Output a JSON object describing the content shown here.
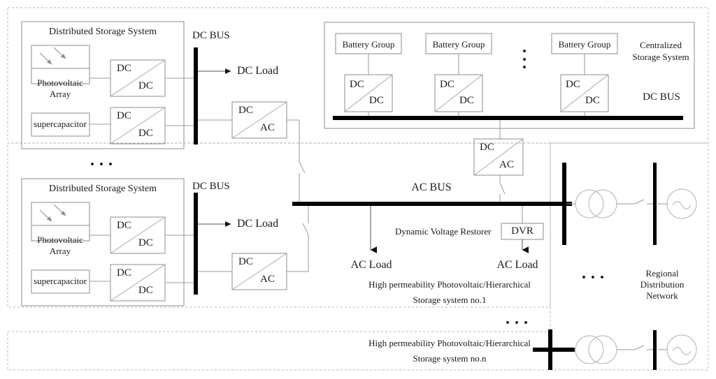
{
  "diagram": {
    "title_hidden": "",
    "colors": {
      "bus_black": "#000000",
      "thin_line": "#9a9a9a",
      "box_stroke": "#8c8c8c",
      "panel_dash": "#b5b5b5",
      "text": "#1a1a1a"
    },
    "labels": {
      "dc_bus": "DC  BUS",
      "ac_bus": "AC  BUS",
      "dc_load": "DC  Load",
      "ac_load": "AC  Load",
      "distributed_storage_system": "Distributed Storage System",
      "centralized_storage_system_l1": "Centralized",
      "centralized_storage_system_l2": "Storage System",
      "photovoltaic_array_l1": "Photovoltaic",
      "photovoltaic_array_l2": "Array",
      "supercapacitor": "supercapacitor",
      "battery_group": "Battery Group",
      "dvr": "DVR",
      "dynamic_voltage_restorer": "Dynamic Voltage Restorer",
      "regional_distribution_network_l1": "Regional",
      "regional_distribution_network_l2": "Distribution",
      "regional_distribution_network_l3": "Network",
      "system_no1_l1": "High permeability Photovoltaic/Hierarchical",
      "system_no1_l2": "Storage system no.1",
      "system_non_l1": "High permeability Photovoltaic/Hierarchical",
      "system_non_l2": "Storage system no.n",
      "converter_dc_dc_top": "DC",
      "converter_dc_dc_bottom": "DC",
      "converter_dc_top": "DC",
      "converter_ac_bottom": "AC",
      "ellipsis": "• • •",
      "ellipsis_vertical": "•"
    },
    "distributed_storage_systems": [
      {
        "id": "dss-1",
        "title": "Distributed Storage System",
        "sources": [
          {
            "name": "photovoltaic-array",
            "line1": "Photovoltaic",
            "line2": "Array",
            "converter": {
              "in": "DC",
              "out": "DC"
            }
          },
          {
            "name": "supercapacitor",
            "line1": "supercapacitor",
            "line2": "",
            "converter": {
              "in": "DC",
              "out": "DC"
            }
          }
        ],
        "bus_label": "DC  BUS",
        "load_label": "DC  Load",
        "inverter": {
          "in": "DC",
          "out": "AC"
        }
      },
      {
        "id": "dss-2",
        "title": "Distributed Storage System",
        "sources": [
          {
            "name": "photovoltaic-array",
            "line1": "Photovoltaic",
            "line2": "Array",
            "converter": {
              "in": "DC",
              "out": "DC"
            }
          },
          {
            "name": "supercapacitor",
            "line1": "supercapacitor",
            "line2": "",
            "converter": {
              "in": "DC",
              "out": "DC"
            }
          }
        ],
        "bus_label": "DC  BUS",
        "load_label": "DC  Load",
        "inverter": {
          "in": "DC",
          "out": "AC"
        }
      }
    ],
    "centralized_storage": {
      "title_line1": "Centralized",
      "title_line2": "Storage System",
      "bus_label": "DC  BUS",
      "battery_groups": [
        {
          "label": "Battery Group",
          "converter": {
            "in": "DC",
            "out": "DC"
          }
        },
        {
          "label": "Battery Group",
          "converter": {
            "in": "DC",
            "out": "DC"
          }
        },
        {
          "label": "Battery Group",
          "converter": {
            "in": "DC",
            "out": "DC"
          }
        }
      ],
      "grid_inverter": {
        "in": "DC",
        "out": "AC"
      }
    },
    "ac_side": {
      "bus_label": "AC  BUS",
      "loads": [
        {
          "label": "AC  Load",
          "via_dvr": false
        },
        {
          "label": "AC  Load",
          "via_dvr": true
        }
      ],
      "dvr_box": "DVR",
      "dvr_caption": "Dynamic Voltage Restorer"
    },
    "regional_network": {
      "line1": "Regional",
      "line2": "Distribution",
      "line3": "Network",
      "feeders": 2
    },
    "bottom_system": {
      "line1": "High permeability Photovoltaic/Hierarchical",
      "line2": "Storage system no.n"
    }
  }
}
